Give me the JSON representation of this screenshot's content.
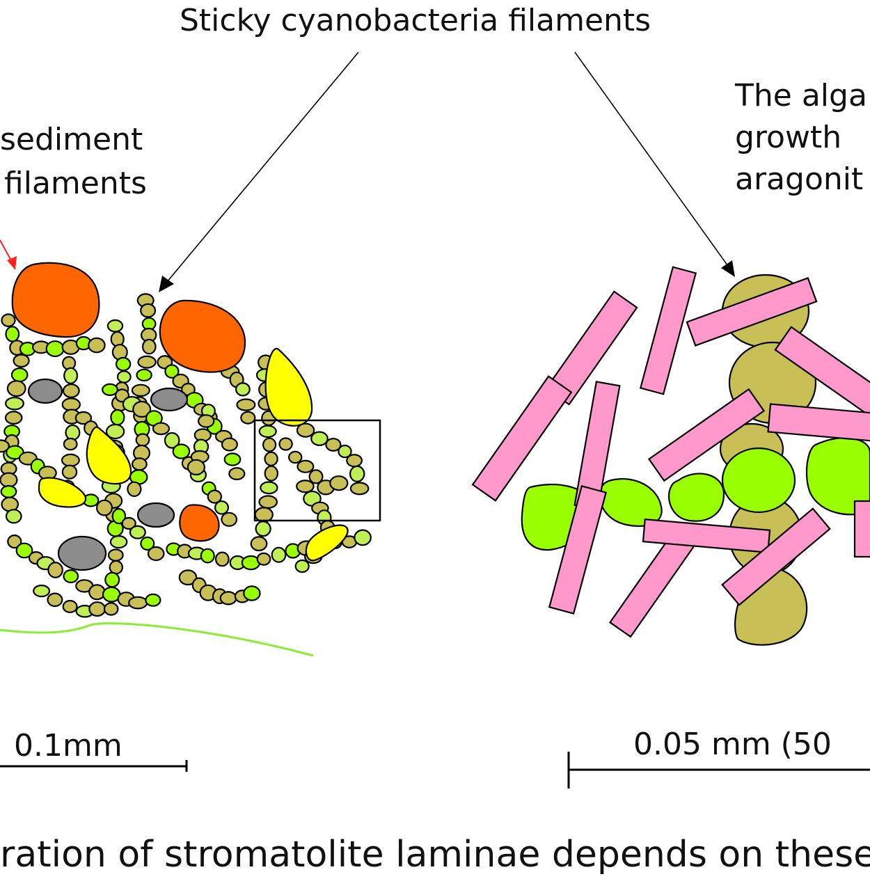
{
  "labels": {
    "top_title": "Sticky cyanobacteria filaments",
    "left_line1": "sediment",
    "left_line2": "filaments",
    "right_line1": "The alga",
    "right_line2": "growth",
    "right_line3": "aragonit",
    "scale_left": "0.1mm",
    "scale_right": "0.05 mm (50",
    "caption": "ration of stromatolite laminae depends on these t"
  },
  "colors": {
    "orange": "#ff6600",
    "olive": "#c8c057",
    "green": "#99ff00",
    "yellow": "#ffff00",
    "grey": "#8c8c8c",
    "pink": "#ff99cc",
    "filament_line": "#88ee33",
    "arrow_red": "#ff2020",
    "outline": "#000000"
  }
}
